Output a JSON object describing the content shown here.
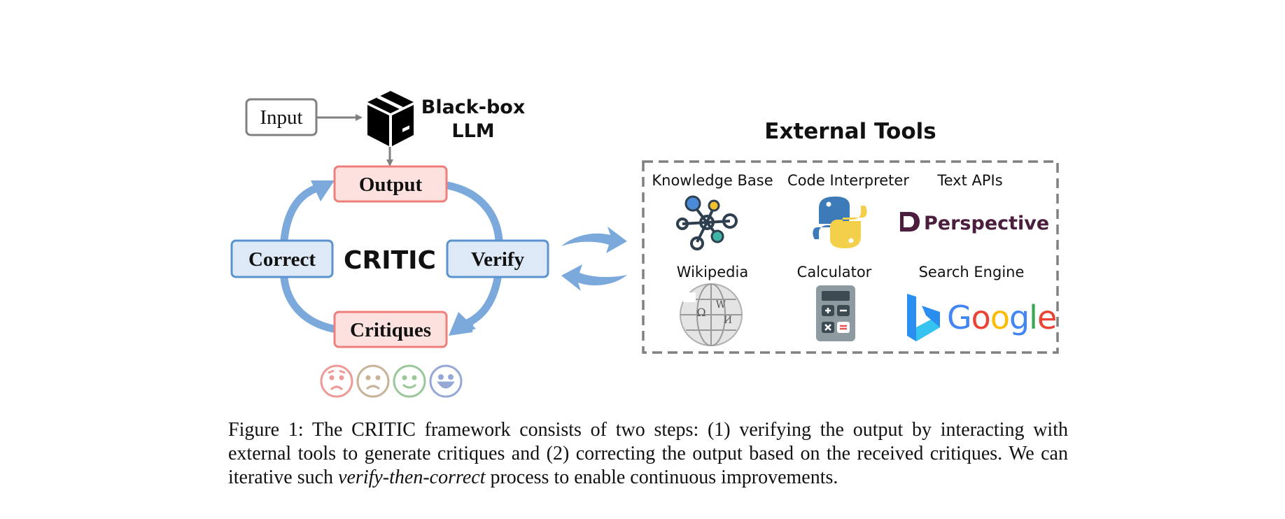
{
  "diagram": {
    "input_label": "Input",
    "llm_label_line1": "Black-box",
    "llm_label_line2": "LLM",
    "center_label": "CRITIC",
    "nodes": {
      "output": "Output",
      "verify": "Verify",
      "critiques": "Critiques",
      "correct": "Correct"
    },
    "faces": [
      "worried-face-icon",
      "frown-face-icon",
      "smile-face-icon",
      "grin-face-icon"
    ],
    "colors": {
      "output_fill": "#fde1df",
      "output_stroke": "#ef7f7b",
      "blue_fill": "#dde9f7",
      "blue_stroke": "#5b93cf",
      "loop_arrow": "#7ba9dc",
      "grey": "#808080",
      "face_red": "#ee9a96",
      "face_tan": "#c8b398",
      "face_green": "#9cc79a",
      "face_blue": "#96a8d6"
    }
  },
  "tools": {
    "title": "External Tools",
    "items": [
      {
        "label": "Knowledge Base",
        "icon": "knowledge-graph-icon"
      },
      {
        "label": "Code Interpreter",
        "icon": "python-logo-icon"
      },
      {
        "label": "Text APIs",
        "icon": "perspective-logo-icon",
        "logo_text": "Perspective"
      },
      {
        "label": "Wikipedia",
        "icon": "wikipedia-globe-icon"
      },
      {
        "label": "Calculator",
        "icon": "calculator-icon"
      },
      {
        "label": "Search Engine",
        "icon": "bing-google-logo-icon",
        "logo_text": "Google"
      }
    ]
  },
  "caption": {
    "text_before": "Figure 1: The CRITIC framework consists of two steps: (1) verifying the output by interacting with external tools to generate critiques and (2) correcting the output based on the received critiques. We can iterative such ",
    "emphasis": "verify-then-correct",
    "text_after": " process to enable continuous improvements."
  }
}
